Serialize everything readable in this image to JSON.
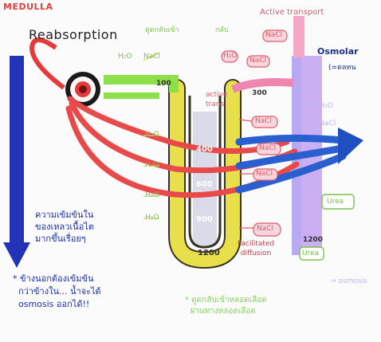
{
  "diagram": {
    "title": "MEDULLA",
    "heading": "Reabsorption",
    "osmolarity_label": "Osmolar",
    "osmolarity_sub": "(=ตลทน",
    "active_transport": "Active transport",
    "facilitated_diffusion": "Facilitated\ndiffusion",
    "gradient_values": [
      "100",
      "300",
      "400",
      "600",
      "900",
      "1200",
      "1200"
    ],
    "green_top_note_1": "ดูดกลับเข้า",
    "green_top_note_2": "กลับ",
    "active_small": "active",
    "trans_small": "trans",
    "labels": {
      "h2o": "H₂O",
      "nacl": "NaCl",
      "urea": "Urea"
    },
    "side_labels": [
      "→ H₂O",
      "→ NaCl",
      "→ osmosis"
    ],
    "note_left": "ความเข้มข้นใน\nของเหลวเนื้อไต\nมากขึ้นเรื่อยๆ",
    "note_star": "* ข้างนอกต้องเข้มข้น\n  กว่าข้างใน... น้ำจะได้\n  osmosis ออกได้!!",
    "green_bottom_note": "* ดูดกลับเข้าหลอดเลือด\n  ผ่านทางหลอดเลือด"
  }
}
